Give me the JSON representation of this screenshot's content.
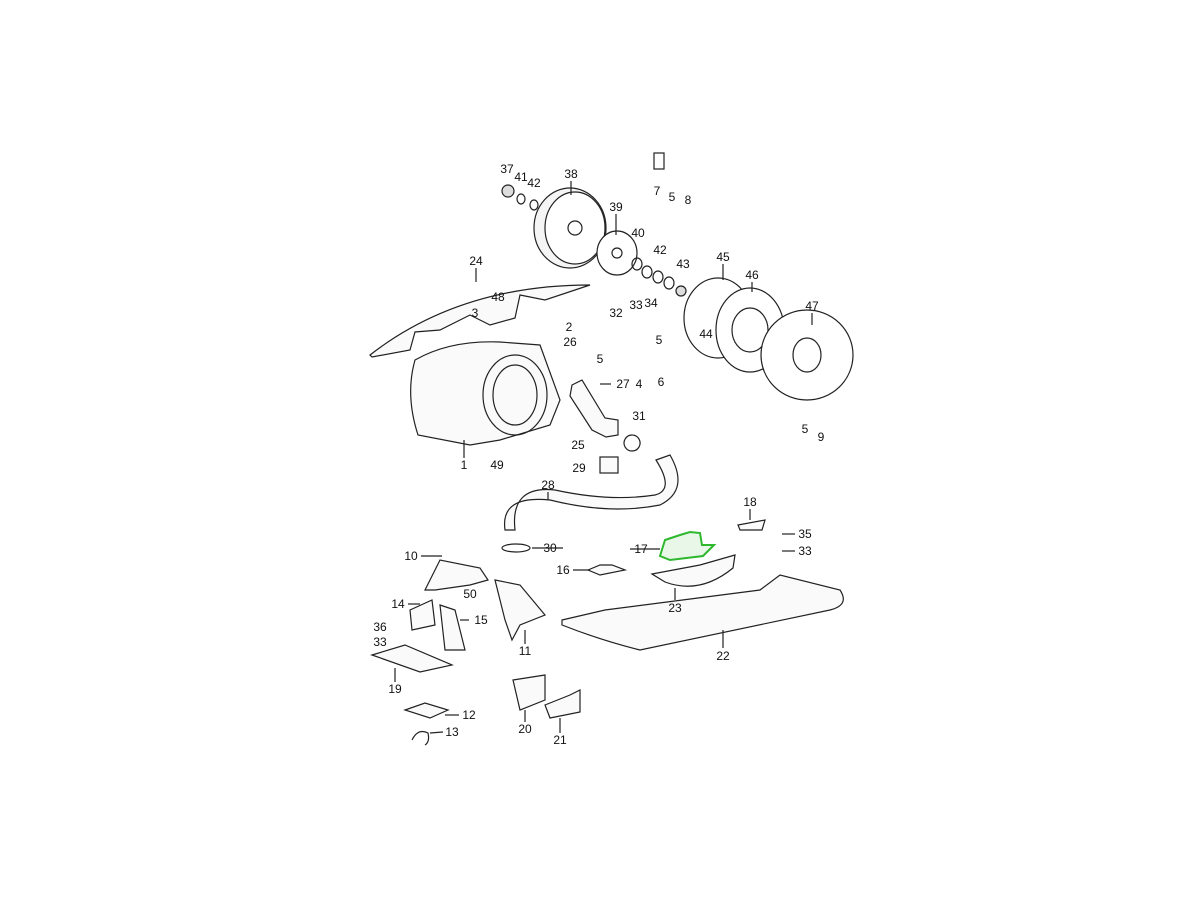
{
  "diagram": {
    "highlight_color": "#2db82d",
    "highlighted_part": "17",
    "line_color": "#222222",
    "callouts": [
      "37",
      "41",
      "42",
      "38",
      "39",
      "40",
      "42",
      "43",
      "7",
      "5",
      "8",
      "45",
      "46",
      "47",
      "44",
      "24",
      "48",
      "3",
      "2",
      "32",
      "33",
      "34",
      "5",
      "26",
      "5",
      "27",
      "4",
      "6",
      "1",
      "49",
      "25",
      "31",
      "29",
      "28",
      "5",
      "9",
      "18",
      "35",
      "33",
      "17",
      "30",
      "10",
      "16",
      "50",
      "14",
      "15",
      "36",
      "33",
      "23",
      "22",
      "11",
      "19",
      "12",
      "13",
      "20",
      "21"
    ]
  }
}
